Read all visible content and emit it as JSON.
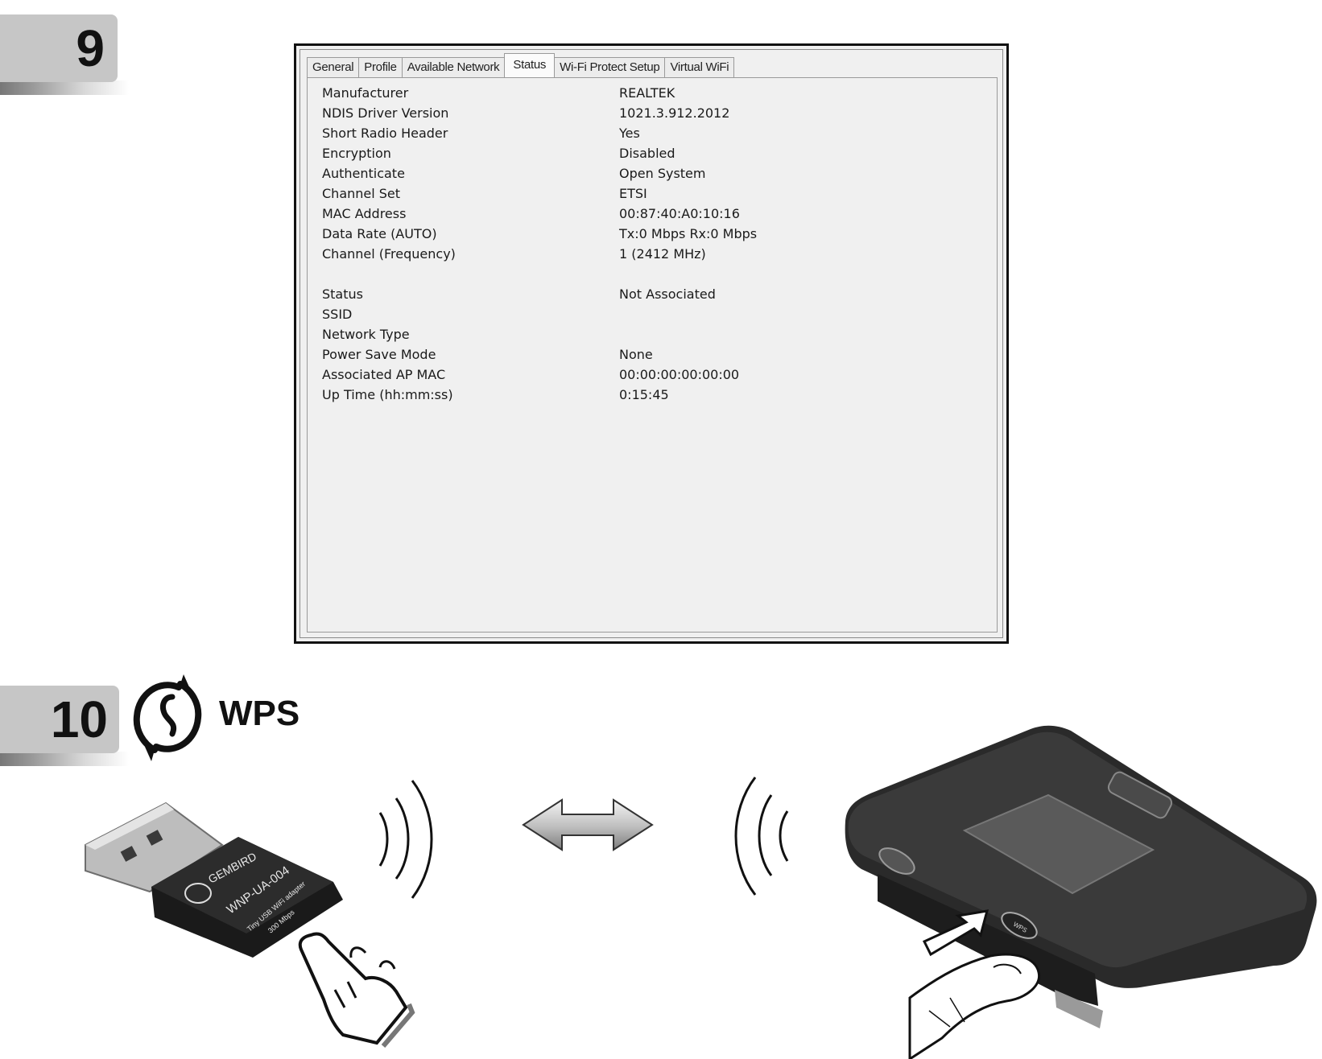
{
  "steps": {
    "step9": "9",
    "step10": "10"
  },
  "tabs": [
    {
      "label": "General",
      "active": false
    },
    {
      "label": "Profile",
      "active": false
    },
    {
      "label": "Available Network",
      "active": false
    },
    {
      "label": "Status",
      "active": true
    },
    {
      "label": "Wi-Fi Protect Setup",
      "active": false
    },
    {
      "label": "Virtual WiFi",
      "active": false
    }
  ],
  "status_rows": [
    {
      "label": "Manufacturer",
      "value": "REALTEK"
    },
    {
      "label": "NDIS Driver Version",
      "value": "1021.3.912.2012"
    },
    {
      "label": "Short Radio Header",
      "value": "Yes"
    },
    {
      "label": "Encryption",
      "value": "Disabled"
    },
    {
      "label": "Authenticate",
      "value": "Open System"
    },
    {
      "label": "Channel Set",
      "value": "ETSI"
    },
    {
      "label": "MAC Address",
      "value": "00:87:40:A0:10:16"
    },
    {
      "label": "Data Rate (AUTO)",
      "value": "Tx:0 Mbps Rx:0 Mbps"
    },
    {
      "label": "Channel (Frequency)",
      "value": "1 (2412 MHz)"
    },
    {
      "label": "Status",
      "value": "Not Associated"
    },
    {
      "label": "SSID",
      "value": ""
    },
    {
      "label": "Network Type",
      "value": ""
    },
    {
      "label": "Power Save Mode",
      "value": "None"
    },
    {
      "label": "Associated AP MAC",
      "value": "00:00:00:00:00:00"
    },
    {
      "label": "Up Time (hh:mm:ss)",
      "value": "0:15:45"
    }
  ],
  "wps": {
    "label": "WPS",
    "icon": "wps-icon"
  },
  "adapter": {
    "brand": "GEMBIRD",
    "model": "WNP-UA-004",
    "desc1": "Tiny USB WiFi adapter",
    "desc2": "300 Mbps"
  },
  "router": {
    "wps_button_label": "WPS"
  },
  "colors": {
    "step_badge": "#c6c6c6",
    "dialog_bg": "#f0f0f0",
    "router_body": "#2a2a2a"
  }
}
